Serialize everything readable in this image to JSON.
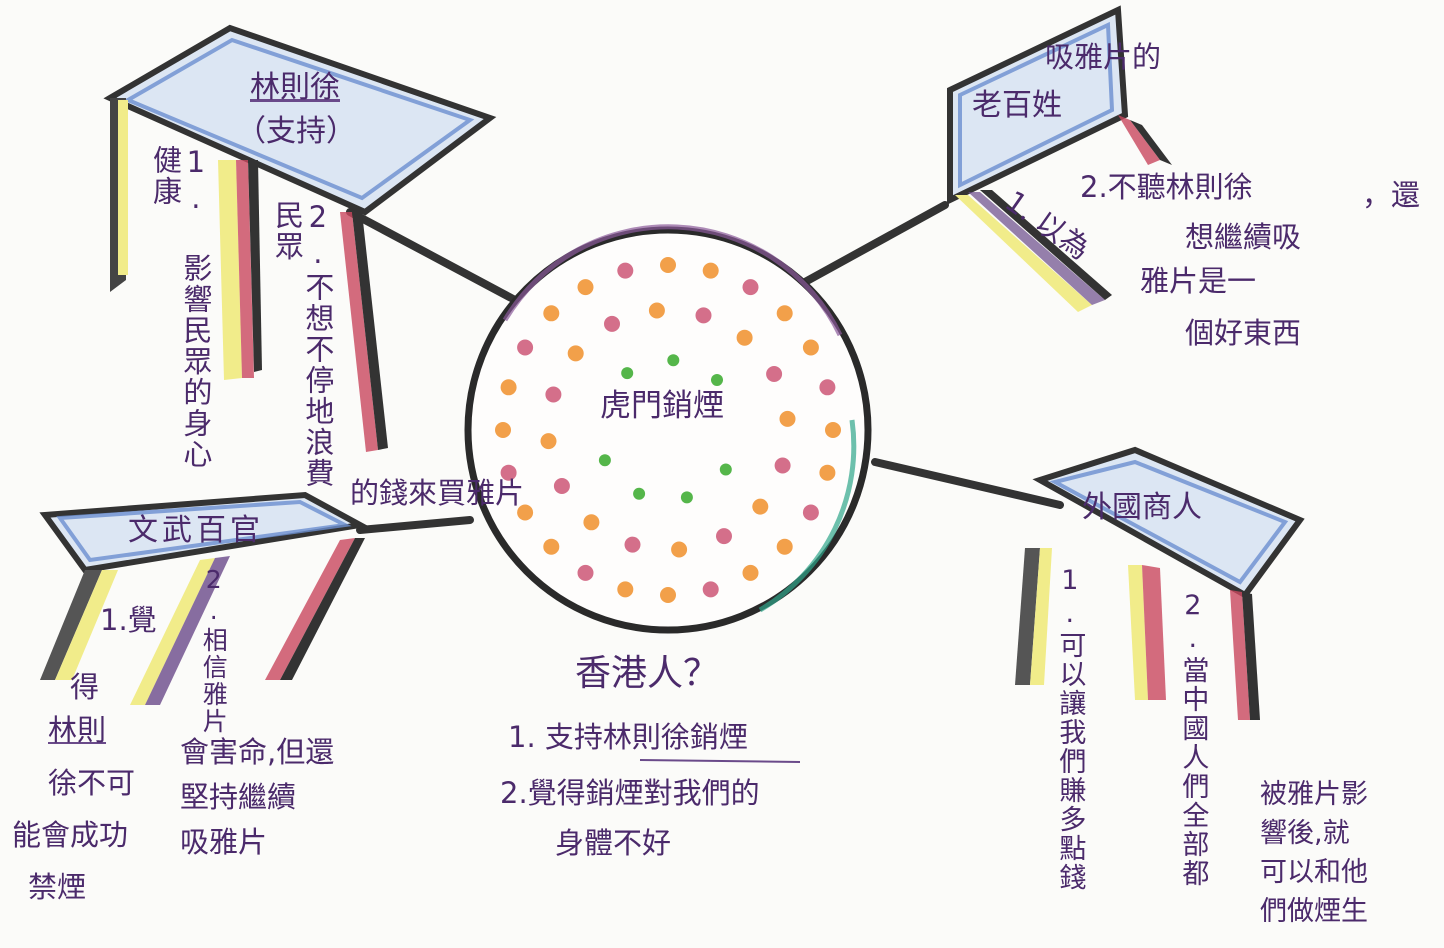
{
  "center": {
    "title": "虎門銷煙"
  },
  "nodes": {
    "lin": {
      "name": "林則徐",
      "sub": "（支持）"
    },
    "people": {
      "name": "老百姓",
      "above": "吸雅片的"
    },
    "officials": {
      "name": "文武百官"
    },
    "merchants": {
      "name": "外國商人"
    }
  },
  "notes": {
    "lin_1": "1. 影響民眾的身心健康",
    "lin_2a": "2.不想不停地浪費民眾",
    "lin_2b": "的錢來買雅片",
    "people_1": "1. 以為",
    "people_2a": "2.不聽林則徐",
    "people_2b": "，還",
    "people_2c": "想繼續吸",
    "people_2d": "雅片是一",
    "people_2e": "個好東西",
    "off_1a": "1.覺",
    "off_1b": "得",
    "off_1c": "林則",
    "off_1d": "徐不可",
    "off_1e": "能會成功",
    "off_1f": "禁煙",
    "off_2a": "2.相信雅片",
    "off_2b": "會害命,但還\n堅持繼續\n吸雅片",
    "mer_1": "1.可以讓我們賺多點錢",
    "mer_2": "2.當中國人們全部都",
    "mer_3": "被雅片影\n響後,就\n可以和他\n們做煙生"
  },
  "hk": {
    "title": "香港人？",
    "item1_prefix": "1. 支持",
    "item1_u": "林則徐",
    "item1_suffix": "銷煙",
    "item2": "2.覺得銷煙對我們的",
    "item2b": "身體不好"
  },
  "colors": {
    "ink": "#4b2a6b",
    "outline": "#333333",
    "box_fill": "#dce6f3",
    "box_edge": "#6b8fcf",
    "dot_orange": "#f2a04a",
    "dot_pink": "#d46f8a",
    "dot_green": "#55b64a",
    "pillar_yellow": "#f1ec8a",
    "pillar_red": "#c9475e",
    "pillar_purple": "#6a4a8a"
  }
}
